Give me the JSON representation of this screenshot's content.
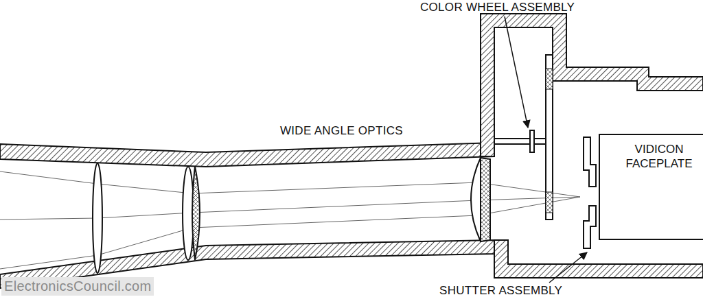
{
  "diagram": {
    "nodes": [
      {
        "text": [
          "VIDICON FACEPLATE"
        ]
      }
    ],
    "labels": [
      "COLOR WHEEL ASSEMBLY",
      "WIDE ANGLE OPTICS",
      "SHUTTER ASSEMBLY",
      "ElectronicsCouncil.com"
    ]
  }
}
